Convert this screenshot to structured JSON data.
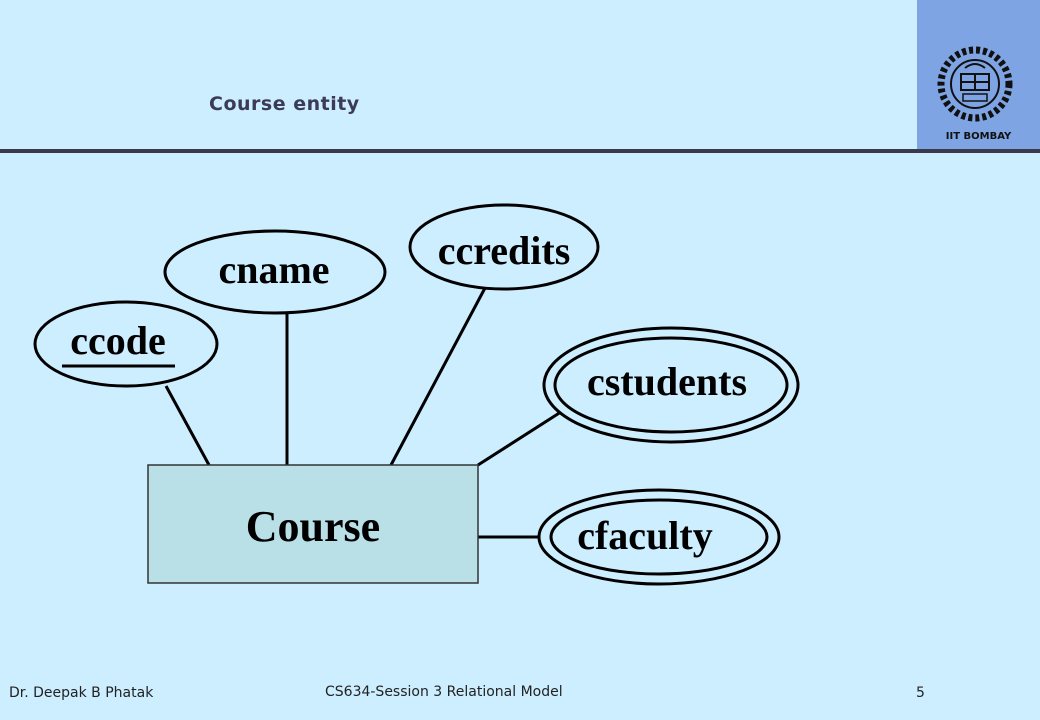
{
  "header": {
    "title": "Course entity",
    "logo_caption": "IIT BOMBAY",
    "logo_icon": "iit-bombay-seal-icon"
  },
  "diagram": {
    "entity": "Course",
    "attributes": {
      "ccode": "ccode",
      "cname": "cname",
      "ccredits": "ccredits",
      "cstudents": "cstudents",
      "cfaculty": "cfaculty"
    },
    "colors": {
      "entity_fill": "#b8e0e6",
      "attribute_fill": "#cceeff",
      "stroke": "#000000"
    }
  },
  "footer": {
    "author": "Dr. Deepak B Phatak",
    "session": "CS634-Session 3 Relational Model",
    "page_number": "5"
  }
}
